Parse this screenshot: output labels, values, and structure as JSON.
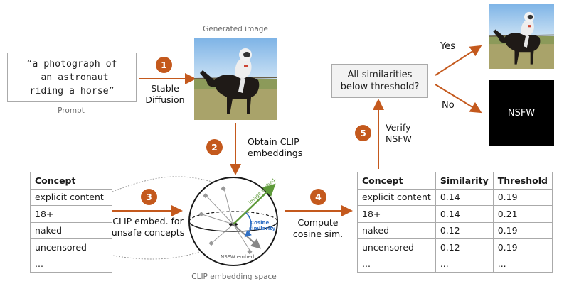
{
  "prompt": {
    "text": "“a photograph of\n an astronaut\nriding a horse”",
    "caption": "Prompt"
  },
  "generated": {
    "caption": "Generated image"
  },
  "steps": {
    "s1": {
      "num": "1",
      "label": "Stable\nDiffusion"
    },
    "s2": {
      "num": "2",
      "label": "Obtain CLIP\nembeddings"
    },
    "s3": {
      "num": "3",
      "label": "CLIP embed. for\nunsafe concepts"
    },
    "s4": {
      "num": "4",
      "label": "Compute\ncosine sim."
    },
    "s5": {
      "num": "5",
      "label": "Verify\nNSFW"
    }
  },
  "embedding": {
    "caption": "CLIP embedding space",
    "image_embed": "Image embed.",
    "nsfw_embed": "NSFW embed.",
    "cosine": "Cosine\nsimilarity"
  },
  "concepts_table": {
    "header": "Concept",
    "rows": [
      "explicit content",
      "18+",
      "naked",
      "uncensored",
      "..."
    ]
  },
  "similarity_table": {
    "headers": [
      "Concept",
      "Similarity",
      "Threshold"
    ],
    "rows": [
      [
        "explicit content",
        "0.14",
        "0.19"
      ],
      [
        "18+",
        "0.14",
        "0.21"
      ],
      [
        "naked",
        "0.12",
        "0.19"
      ],
      [
        "uncensored",
        "0.12",
        "0.19"
      ],
      [
        "...",
        "...",
        "..."
      ]
    ]
  },
  "decision": {
    "question": "All similarities\nbelow threshold?",
    "yes": "Yes",
    "no": "No",
    "nsfw_output": "NSFW"
  },
  "colors": {
    "accent": "#c4591d",
    "cosine": "#2f6fc4",
    "image_embed": "#5e9a3a"
  }
}
